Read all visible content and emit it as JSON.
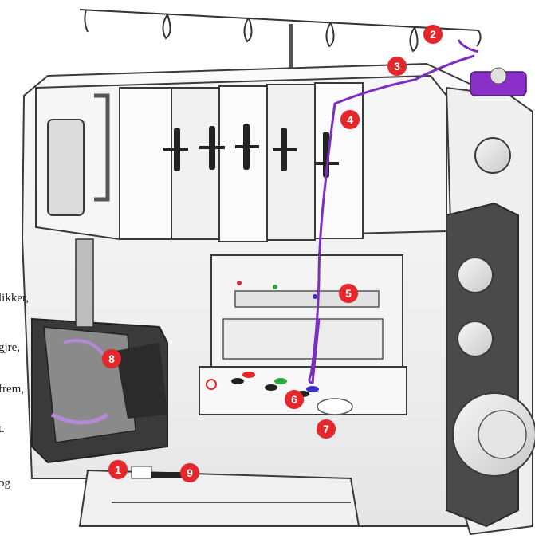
{
  "colors": {
    "badge": "#e5262b",
    "thread": "#7b2fbe",
    "machine_body": "#f2f2f2",
    "outline": "#3a3a3a",
    "dark_panel": "#4a4a4a",
    "spool_cap": "#8b2fc9"
  },
  "side_text": [
    "likker,",
    "gjre,",
    "frem,",
    "t.",
    "og"
  ],
  "callouts": [
    "1",
    "2",
    "3",
    "4",
    "5",
    "6",
    "7",
    "8",
    "9"
  ],
  "tension_dots": [
    "red-dot",
    "green-dot",
    "purple-dot"
  ],
  "icons": [
    "thread-guide-icon",
    "tension-dial-icon",
    "handwheel-icon",
    "spool-pin-icon"
  ]
}
